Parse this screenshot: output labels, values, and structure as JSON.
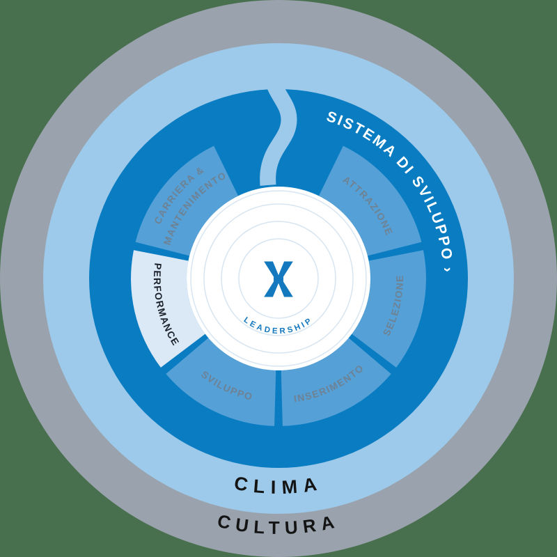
{
  "background_color": "#48704F",
  "diagram": {
    "title": "sistema-di-sviluppo-cycle",
    "rings": {
      "cultura": {
        "label": "CULTURA",
        "color": "#9AA3AD"
      },
      "clima": {
        "label": "CLIMA",
        "color": "#9DC9EA"
      },
      "sistema": {
        "label": "SISTEMA DI SVILUPPO ›",
        "color": "#0A7CC2"
      }
    },
    "segments": [
      {
        "label": "ATTRAZIONE",
        "highlighted": false
      },
      {
        "label": "SELEZIONE",
        "highlighted": false
      },
      {
        "label": "INSERIMENTO",
        "highlighted": false
      },
      {
        "label": "SVILUPPO",
        "highlighted": false
      },
      {
        "label": "PERFORMANCE",
        "highlighted": true
      },
      {
        "label_line1": "CARRIERA &",
        "label_line2": "MANTENIMENTO",
        "highlighted": false
      }
    ],
    "center": {
      "logo": "x-logo",
      "label": "LEADERSHIP"
    },
    "colors": {
      "segment": "#55A0D7",
      "segment_highlight": "#DBE8F5",
      "accent_blue": "#1478BE",
      "inner_ring_lines": "#D7E5F2",
      "text_muted": "#6E8293",
      "text_dark": "#141414",
      "white": "#FFFFFF"
    }
  }
}
